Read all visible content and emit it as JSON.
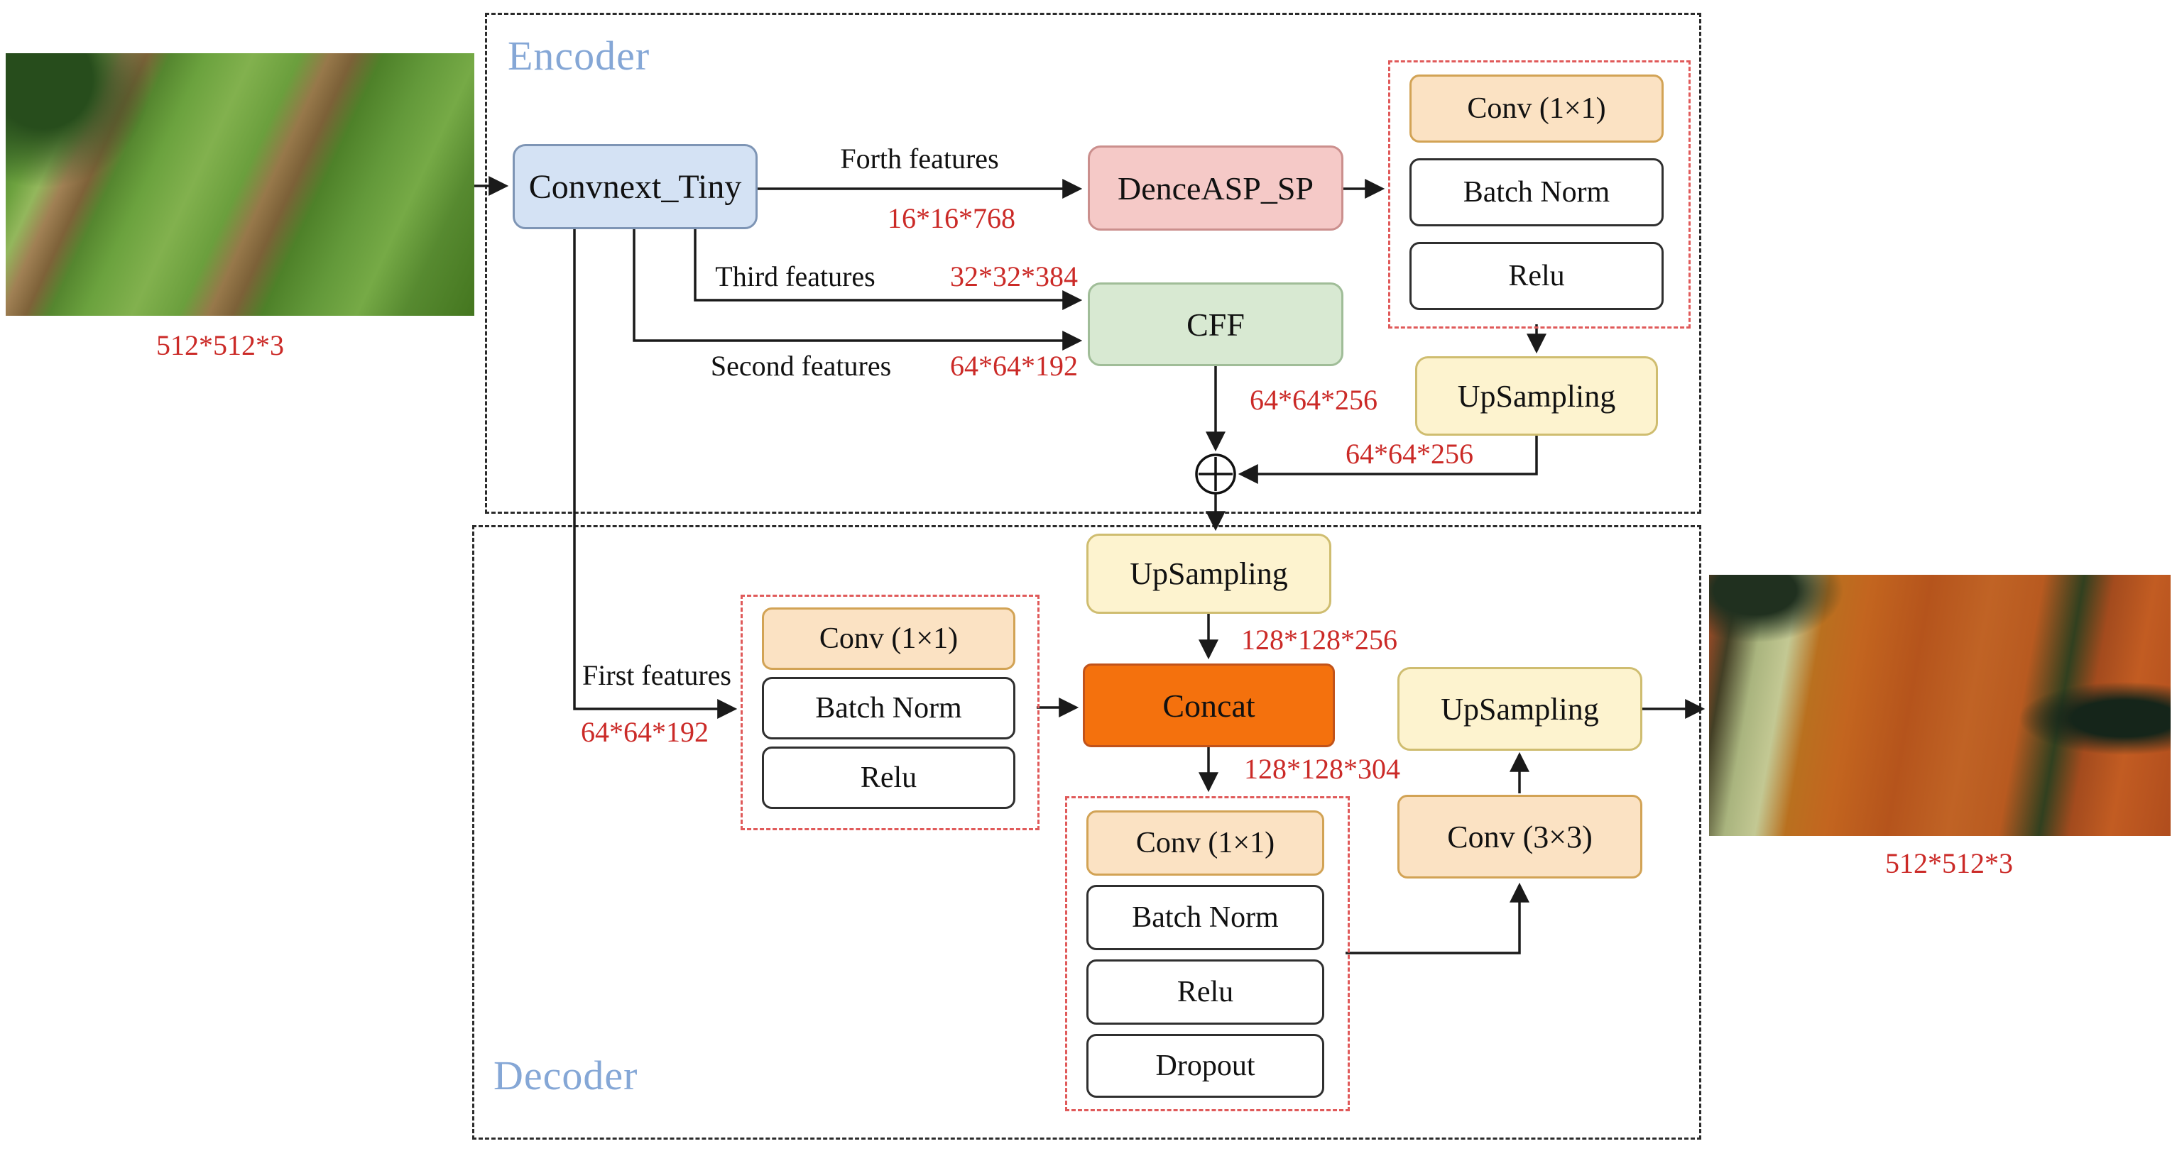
{
  "colors": {
    "region_title_blue": "#85a7d6",
    "dim_text_red": "#cb2a27",
    "concat_orange": "#f4710d",
    "backbone_blue_fill": "#d4e2f4",
    "aspp_pink_fill": "#f5c9c7",
    "cff_green_fill": "#d8e9d2",
    "conv_peach_fill": "#fbe2c3",
    "upsampling_cream_fill": "#fdf3cf"
  },
  "input_image": {
    "caption": "512*512*3"
  },
  "output_image": {
    "caption": "512*512*3"
  },
  "encoder": {
    "title": "Encoder",
    "backbone": "Convnext_Tiny",
    "aspp": "DenceASP_SP",
    "cff": "CFF",
    "upsampling": "UpSampling",
    "head_stack": [
      "Conv (1×1)",
      "Batch Norm",
      "Relu"
    ],
    "edges": {
      "forth_label": "Forth features",
      "forth_dim": "16*16*768",
      "third_label": "Third features",
      "third_dim": "32*32*384",
      "second_label": "Second features",
      "second_dim": "64*64*192",
      "cff_out_dim": "64*64*256",
      "upsampling_out_dim": "64*64*256"
    }
  },
  "decoder": {
    "title": "Decoder",
    "upsampling_mid": "UpSampling",
    "concat": "Concat",
    "conv3x3": "Conv (3×3)",
    "upsampling_final": "UpSampling",
    "first_stack": [
      "Conv (1×1)",
      "Batch Norm",
      "Relu"
    ],
    "head_stack": [
      "Conv (1×1)",
      "Batch Norm",
      "Relu",
      "Dropout"
    ],
    "edges": {
      "first_label": "First features",
      "first_dim": "64*64*192",
      "upsampling_out_dim": "128*128*256",
      "concat_out_dim": "128*128*304"
    }
  },
  "icons": {
    "sum": "circled-plus"
  }
}
